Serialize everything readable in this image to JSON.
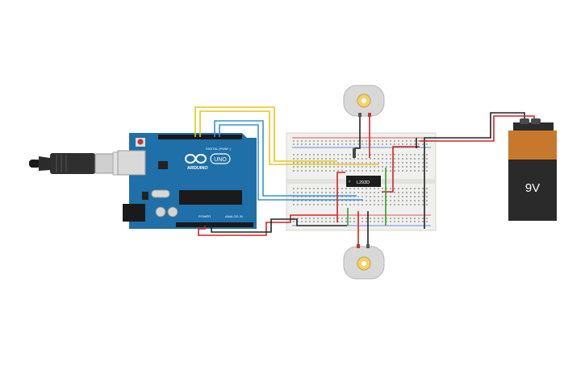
{
  "arduino": {
    "brand": "ARDUINO",
    "model": "UNO",
    "digital_header_label": "DIGITAL (PWM~)",
    "power_label": "POWER",
    "analog_label": "ANALOG IN",
    "icon": "arduino-logo-icon"
  },
  "driver_chip": {
    "label": "L293D"
  },
  "battery": {
    "label": "9V",
    "icon": "battery-icon"
  },
  "motors": {
    "icon": "dc-motor-icon"
  },
  "usb": {
    "icon": "usb-cable-icon"
  },
  "colors": {
    "board": "#1f6fa8",
    "breadboard": "#f0f0ee",
    "wire_yellow": "#e6c619",
    "wire_blue": "#3a8fd6",
    "wire_red": "#d42424",
    "wire_black": "#222222",
    "wire_green": "#2aa52a",
    "battery_top": "#c8782c",
    "battery_body": "#2a2a2a"
  }
}
